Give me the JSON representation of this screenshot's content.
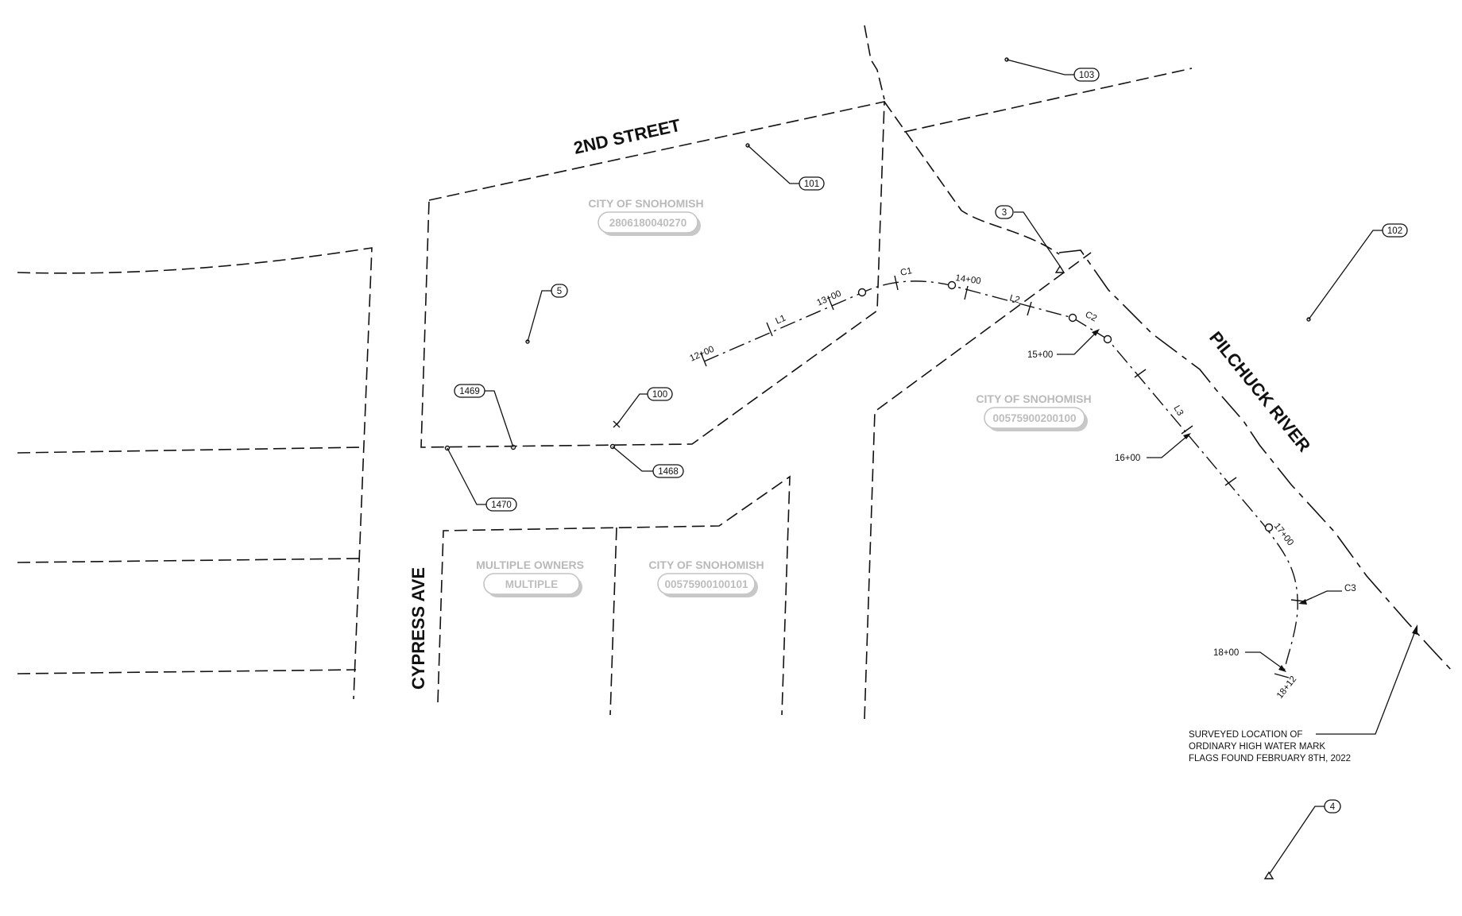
{
  "streets": {
    "second_street": "2ND STREET",
    "cypress_ave": "CYPRESS AVE",
    "river": "PILCHUCK RIVER"
  },
  "parcels": {
    "p1": {
      "owner": "CITY OF SNOHOMISH",
      "id": "2806180040270"
    },
    "p2": {
      "owner": "CITY OF SNOHOMISH",
      "id": "00575900200100"
    },
    "p3": {
      "owner": "MULTIPLE OWNERS",
      "id": "MULTIPLE"
    },
    "p4": {
      "owner": "CITY OF SNOHOMISH",
      "id": "00575900100101"
    }
  },
  "point_tags": {
    "t103": "103",
    "t101": "101",
    "t3": "3",
    "t102": "102",
    "t5": "5",
    "t1469": "1469",
    "t100": "100",
    "t1468": "1468",
    "t1470": "1470",
    "t4": "4"
  },
  "stations": {
    "s1200": "12+00",
    "s1300": "13+00",
    "s1400": "14+00",
    "s1500": "15+00",
    "s1600": "16+00",
    "s1700": "17+00",
    "s1800": "18+00",
    "s1812": "18+12"
  },
  "segments": {
    "l1": "L1",
    "l2": "L2",
    "l3": "L3",
    "c1": "C1",
    "c2": "C2",
    "c3": "C3"
  },
  "note": {
    "line1": "SURVEYED LOCATION OF",
    "line2": "ORDINARY HIGH WATER MARK",
    "line3": "FLAGS FOUND FEBRUARY 8TH, 2022"
  }
}
